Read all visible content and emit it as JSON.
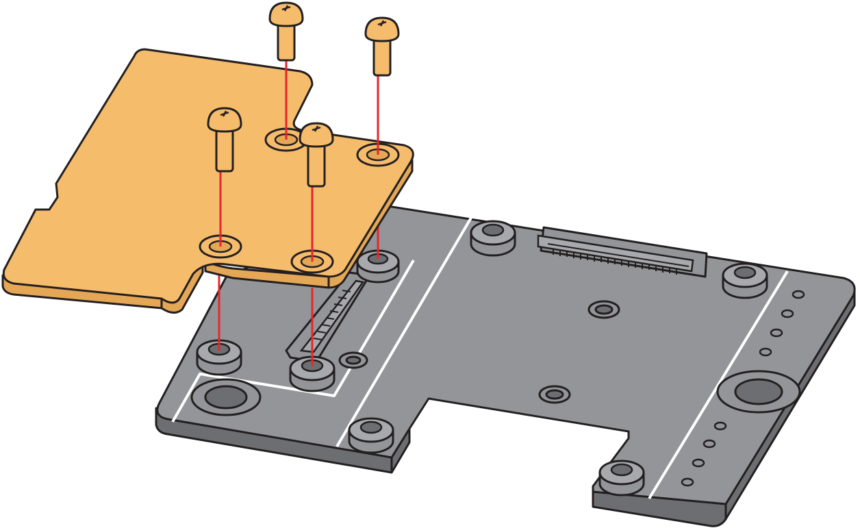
{
  "diagram": {
    "type": "exploded-assembly",
    "parts": {
      "base_board": "grey-base-board",
      "top_board": "orange-adapter-board",
      "screw_count": 4,
      "connector_count": 2
    },
    "colors": {
      "orange_board": "#F5BC6C",
      "orange_edge": "#E4A756",
      "grey_board": "#939598",
      "grey_edge": "#6D6E71",
      "standoff_fill": "#A7A9AC",
      "guide_line": "#E8262A",
      "outline": "#231F20",
      "marking_line": "#FFFFFF"
    },
    "icons": {
      "screw": "screw-icon",
      "standoff": "standoff-icon",
      "connector": "connector-icon"
    }
  }
}
